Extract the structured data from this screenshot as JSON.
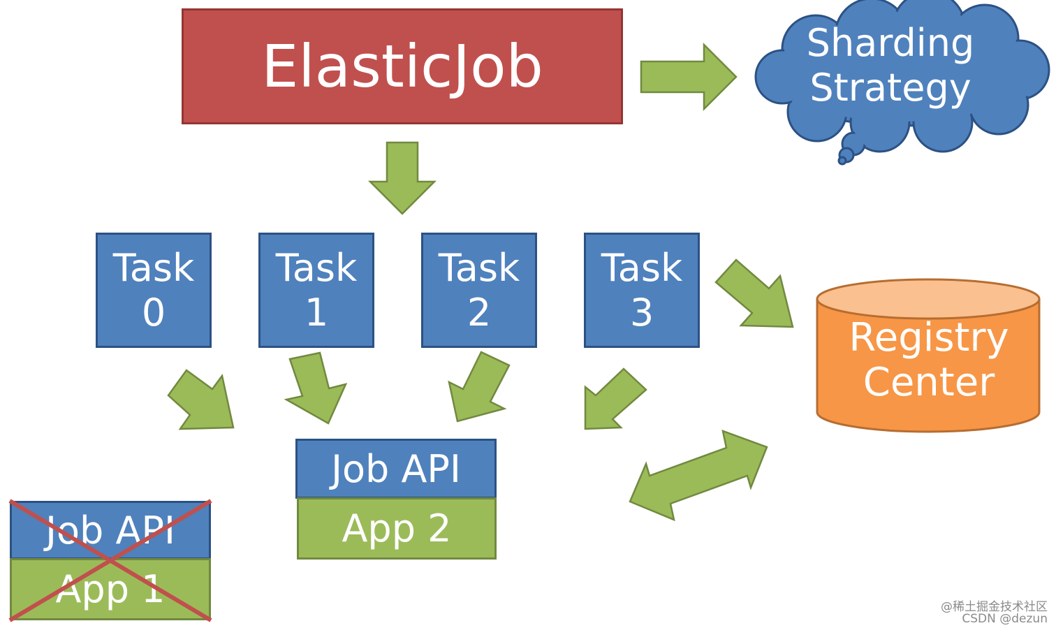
{
  "elasticjob": {
    "label": "ElasticJob"
  },
  "sharding": {
    "line1": "Sharding",
    "line2": "Strategy"
  },
  "tasks": [
    {
      "line1": "Task",
      "line2": "0"
    },
    {
      "line1": "Task",
      "line2": "1"
    },
    {
      "line1": "Task",
      "line2": "2"
    },
    {
      "line1": "Task",
      "line2": "3"
    }
  ],
  "registry": {
    "line1": "Registry",
    "line2": "Center"
  },
  "node_active": {
    "job_api": "Job API",
    "app": "App 2"
  },
  "node_failed": {
    "job_api": "Job API",
    "app": "App 1"
  },
  "watermark": {
    "line1": "@稀土掘金技术社区",
    "line2": "CSDN @dezun"
  },
  "colors": {
    "elasticjob": "#c0504d",
    "task": "#4f81bd",
    "app": "#9bbb59",
    "registry": "#f79646",
    "arrow": "#9bbb59",
    "cross": "#c0504d"
  }
}
